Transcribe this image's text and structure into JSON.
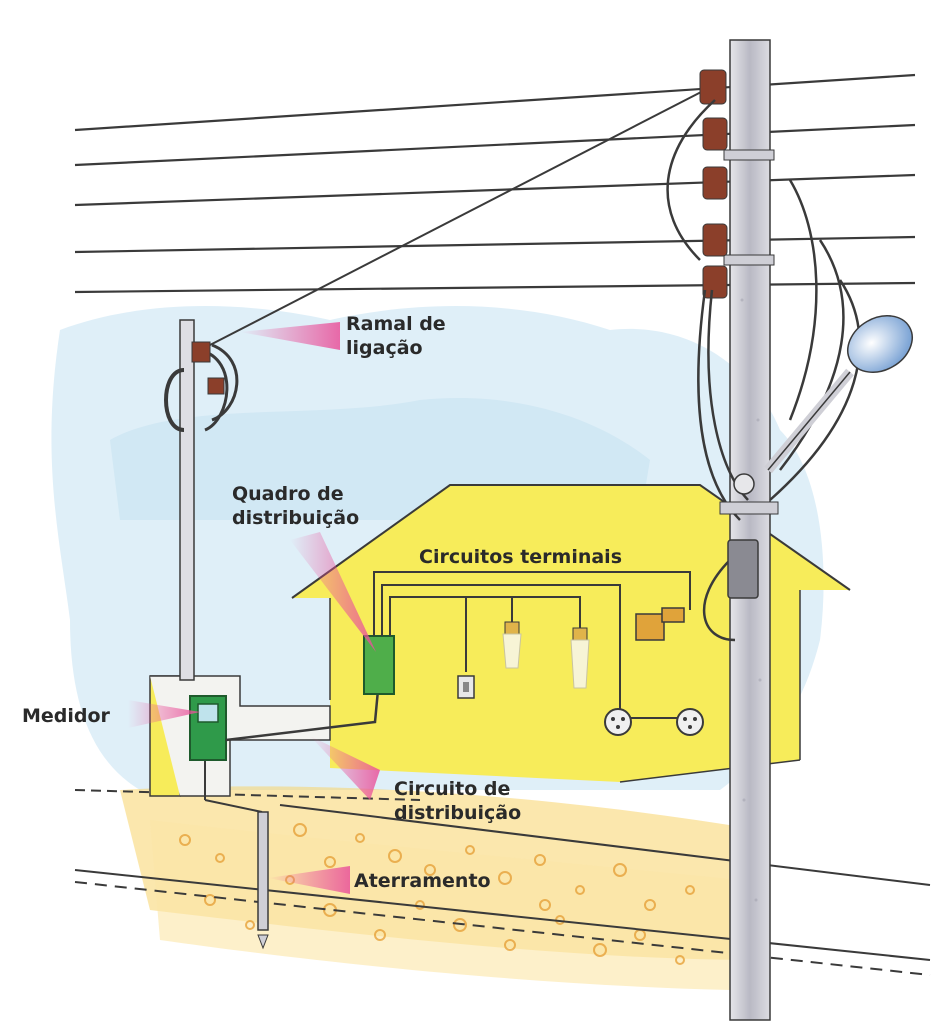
{
  "labels": {
    "ramal": [
      "Ramal de",
      "ligação"
    ],
    "quadro": [
      "Quadro de",
      "distribuição"
    ],
    "terminais": "Circuitos terminais",
    "medidor": "Medidor",
    "circuito": [
      "Circuito de",
      "distribuição"
    ],
    "aterramento": "Aterramento"
  },
  "colors": {
    "pointer": "#e9519a",
    "house_wall": "#f7ec5a",
    "sky": "#d9ecf7",
    "meter_box": "#2f9a4a",
    "ground": "#f5c94e",
    "insulator": "#8b3f2a",
    "pole": "#cfcfd6",
    "wire": "#3a3a3a"
  }
}
